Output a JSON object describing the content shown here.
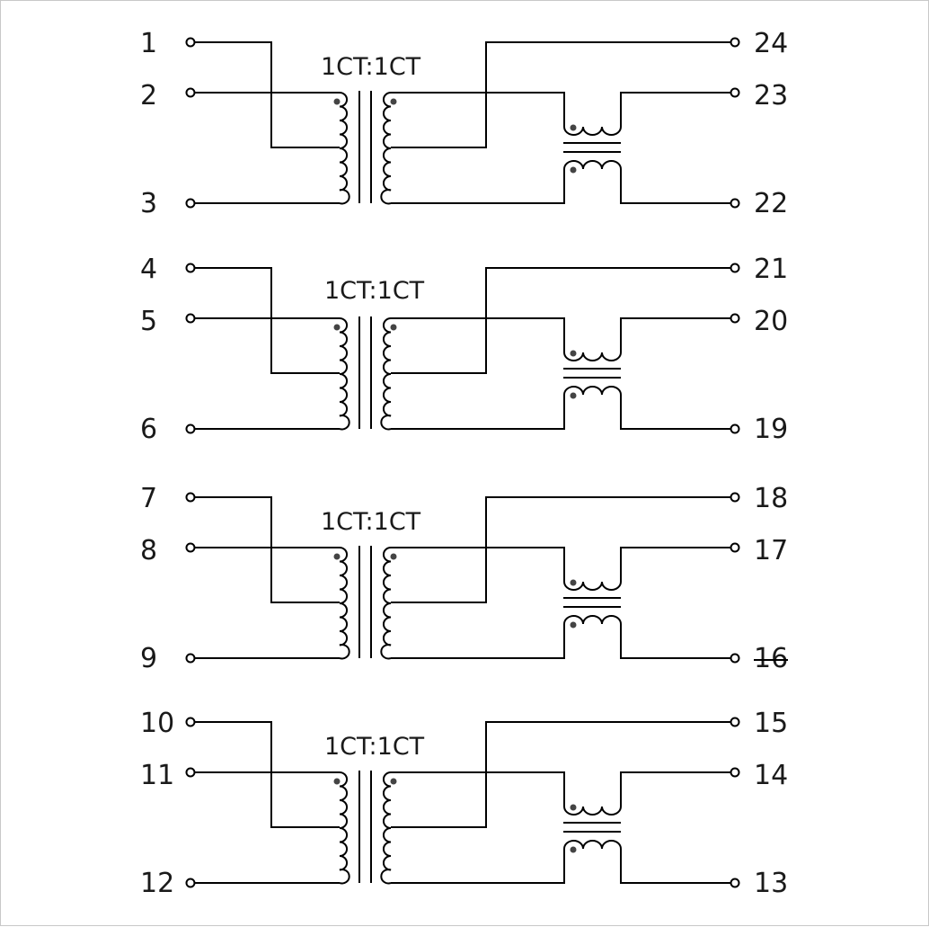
{
  "schematic": {
    "sections": [
      {
        "ratio": "1CT:1CT",
        "pins": {
          "p1": "1",
          "p2": "2",
          "p3": "3",
          "r1": "24",
          "r2": "23",
          "r3": "22"
        }
      },
      {
        "ratio": "1CT:1CT",
        "pins": {
          "p1": "4",
          "p2": "5",
          "p3": "6",
          "r1": "21",
          "r2": "20",
          "r3": "19"
        }
      },
      {
        "ratio": "1CT:1CT",
        "pins": {
          "p1": "7",
          "p2": "8",
          "p3": "9",
          "r1": "18",
          "r2": "17",
          "r3": "16"
        }
      },
      {
        "ratio": "1CT:1CT",
        "pins": {
          "p1": "10",
          "p2": "11",
          "p3": "12",
          "r1": "15",
          "r2": "14",
          "r3": "13"
        }
      }
    ]
  }
}
